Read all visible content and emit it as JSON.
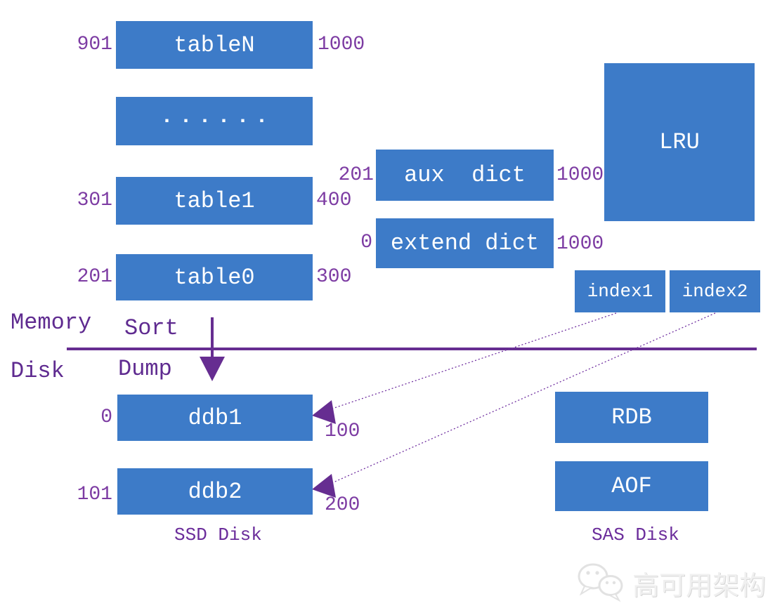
{
  "diagram": {
    "memory_zone": {
      "label": "Memory",
      "sort_label": "Sort"
    },
    "disk_zone": {
      "label": "Disk",
      "dump_label": "Dump"
    },
    "tables": [
      {
        "label": "tableN",
        "start": "901",
        "end": "1000"
      },
      {
        "label": "······"
      },
      {
        "label": "table1",
        "start": "301",
        "end": "400"
      },
      {
        "label": "table0",
        "start": "201",
        "end": "300"
      }
    ],
    "dicts": [
      {
        "label": "aux  dict",
        "start": "201",
        "end": "1000"
      },
      {
        "label": "extend dict",
        "start": "0",
        "end": "1000"
      }
    ],
    "lru": {
      "label": "LRU"
    },
    "indexes": [
      {
        "label": "index1"
      },
      {
        "label": "index2"
      }
    ],
    "ddbs": [
      {
        "label": "ddb1",
        "start": "0",
        "end": "100"
      },
      {
        "label": "ddb2",
        "start": "101",
        "end": "200"
      }
    ],
    "ssd_label": "SSD Disk",
    "persistence": [
      {
        "label": "RDB"
      },
      {
        "label": "AOF"
      }
    ],
    "sas_label": "SAS Disk",
    "colors": {
      "box_blue": "#3d7bc8",
      "line_purple": "#662d91",
      "label_purple": "#5f2b90",
      "number_purple": "#7d3ca3"
    }
  },
  "watermark": {
    "text": "高可用架构",
    "icon": "wechat-bubbles-icon"
  }
}
